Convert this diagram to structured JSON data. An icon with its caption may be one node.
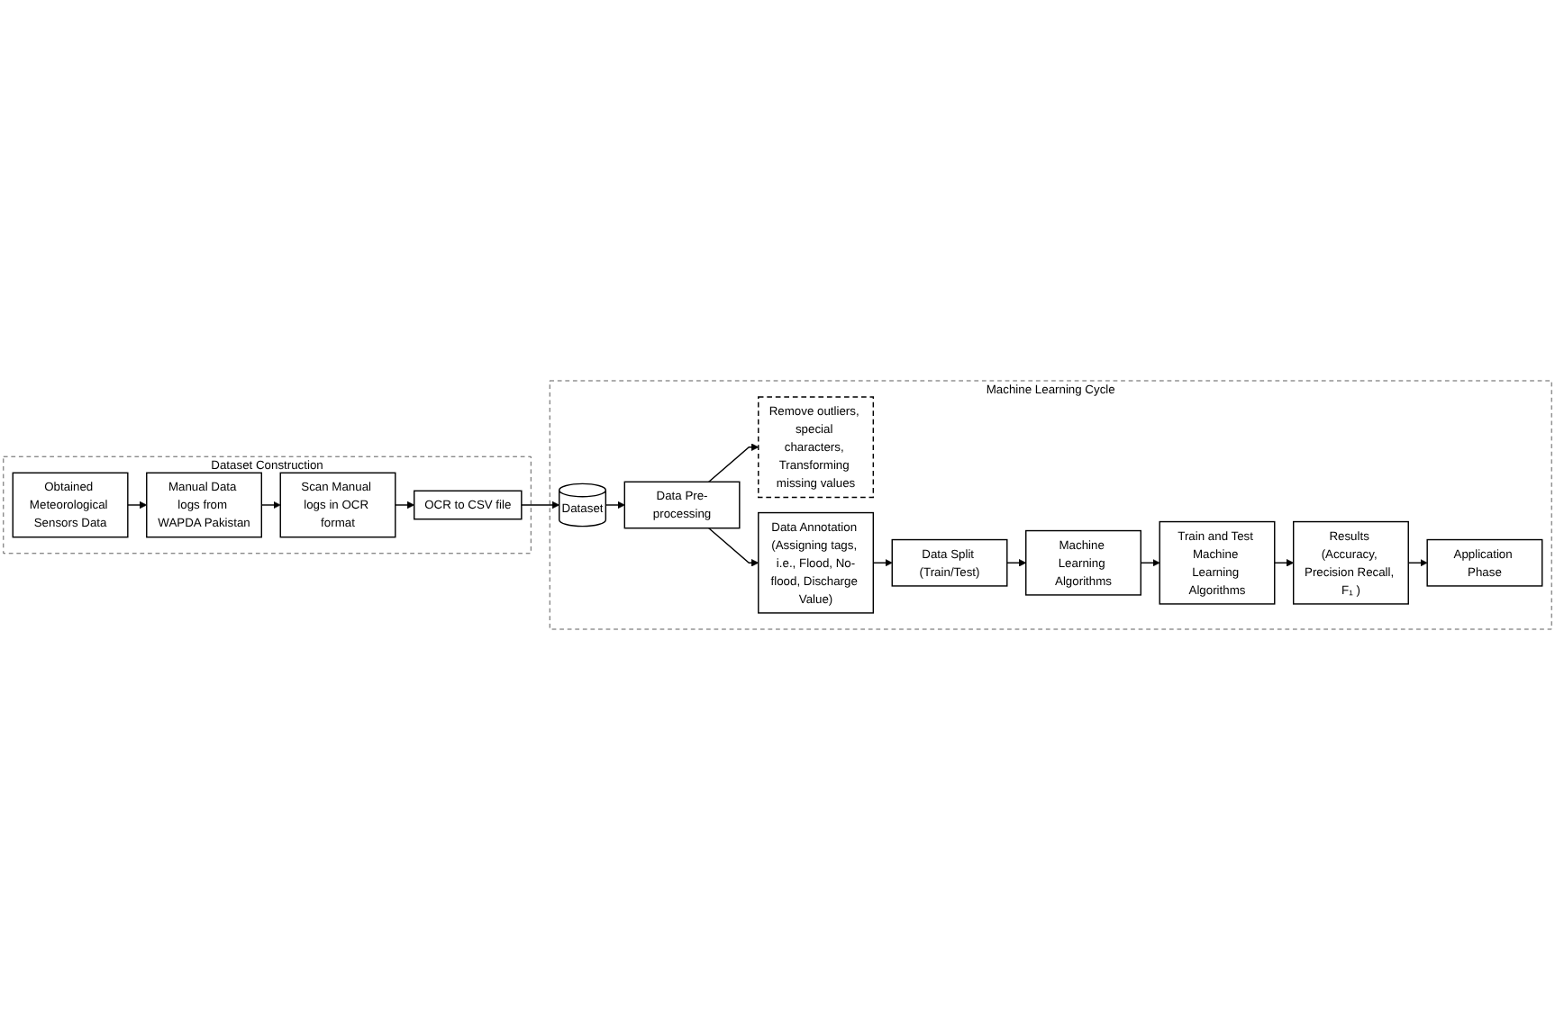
{
  "diagram": {
    "nodes": [
      {
        "text": [
          "Dataset Construction"
        ]
      },
      {
        "text": [
          "Obtained Meteorological Sensors Data"
        ],
        "in": 0
      },
      {
        "text": [
          "Manual Data logs from WAPDA Pakistan"
        ],
        "in": 0
      },
      {
        "text": [
          "Scan Manual logs in OCR format"
        ],
        "in": 0
      },
      {
        "text": [
          "OCR to CSV file"
        ],
        "in": 0
      },
      {
        "text": [
          "Machine Learning Cycle"
        ]
      },
      {
        "text": [
          "Dataset"
        ],
        "in": 5
      },
      {
        "text": [
          "Data Pre-processing"
        ],
        "in": 5
      },
      {
        "text": [
          "Remove outliers, special characters, Transforming missing values"
        ],
        "in": 5
      },
      {
        "text": [
          "Data Annotation (Assigning tags, i.e., Flood, No-flood, Discharge Value)"
        ],
        "in": 5
      },
      {
        "text": [
          "Data Split (Train/Test)"
        ],
        "in": 5
      },
      {
        "text": [
          "Machine Learning Algorithms"
        ],
        "in": 5
      },
      {
        "text": [
          "Train and Test Machine Learning Algorithms"
        ],
        "in": 5
      },
      {
        "text": [
          "Results (Accuracy, Precision Recall, F₁ )"
        ],
        "in": 5
      },
      {
        "text": [
          "Application Phase"
        ],
        "in": 5
      }
    ],
    "edges": [
      {
        "from": 1,
        "to": 2,
        "arrow": "to"
      },
      {
        "from": 2,
        "to": 3,
        "arrow": "to"
      },
      {
        "from": 3,
        "to": 4,
        "arrow": "to"
      },
      {
        "from": 4,
        "to": 6,
        "arrow": "to"
      },
      {
        "from": 6,
        "to": 7,
        "arrow": "to"
      },
      {
        "from": 7,
        "to": 8,
        "arrow": "to"
      },
      {
        "from": 7,
        "to": 9,
        "arrow": "to"
      },
      {
        "from": 9,
        "to": 10,
        "arrow": "to"
      },
      {
        "from": 10,
        "to": 11,
        "arrow": "to"
      },
      {
        "from": 11,
        "to": 12,
        "arrow": "to"
      },
      {
        "from": 12,
        "to": 13,
        "arrow": "to"
      },
      {
        "from": 13,
        "to": 14,
        "arrow": "to"
      }
    ]
  }
}
